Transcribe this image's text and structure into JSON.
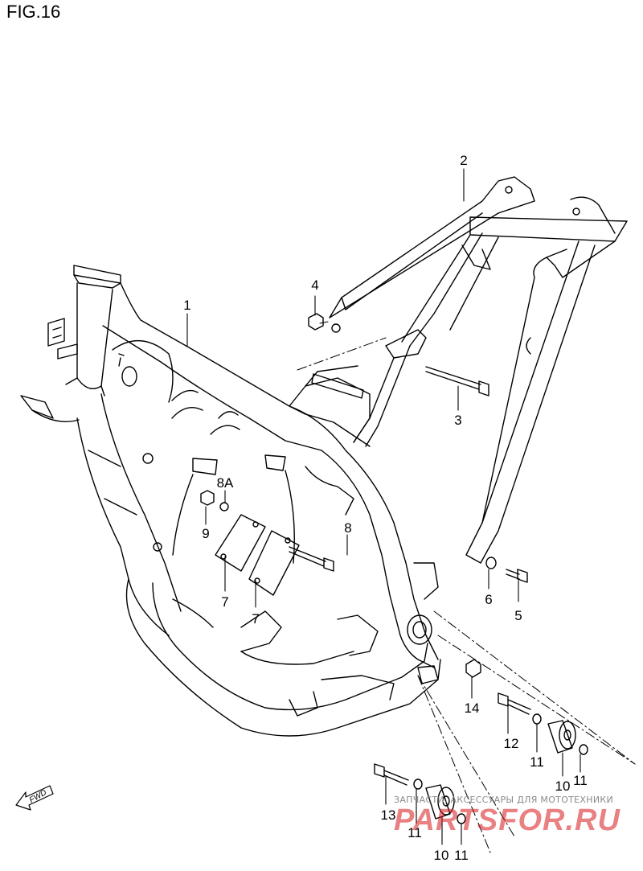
{
  "figure_title": "FIG.16",
  "fwd_label": "FWD",
  "watermark": {
    "text_ru": "ЗАПЧАСТИ, АКСЕССУАРЫ ДЛЯ МОТОТЕХНИКИ",
    "logo": "PARTSFOR.RU"
  },
  "callouts": [
    {
      "id": "c1",
      "label": "1"
    },
    {
      "id": "c2",
      "label": "2"
    },
    {
      "id": "c3",
      "label": "3"
    },
    {
      "id": "c4",
      "label": "4"
    },
    {
      "id": "c5",
      "label": "5"
    },
    {
      "id": "c6",
      "label": "6"
    },
    {
      "id": "c7a",
      "label": "7"
    },
    {
      "id": "c7b",
      "label": "7"
    },
    {
      "id": "c8",
      "label": "8"
    },
    {
      "id": "c8a",
      "label": "8A"
    },
    {
      "id": "c9",
      "label": "9"
    },
    {
      "id": "c10a",
      "label": "10"
    },
    {
      "id": "c11a",
      "label": "11"
    },
    {
      "id": "c11b",
      "label": "11"
    },
    {
      "id": "c12",
      "label": "12"
    },
    {
      "id": "c13",
      "label": "13"
    },
    {
      "id": "c14",
      "label": "14"
    },
    {
      "id": "c11c",
      "label": "11"
    },
    {
      "id": "c10b",
      "label": "10"
    },
    {
      "id": "c11d",
      "label": "11"
    }
  ]
}
